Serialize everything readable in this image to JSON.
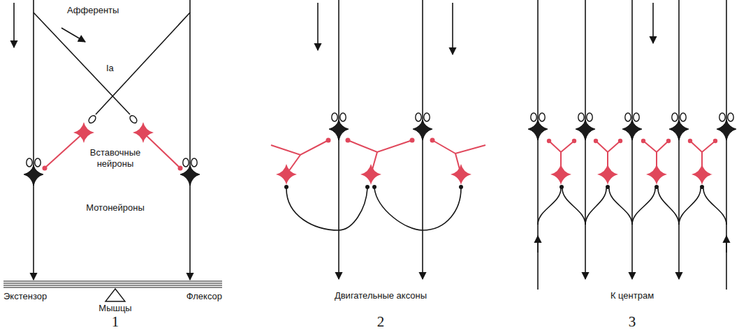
{
  "diagram": {
    "labels": [
      "Афференты",
      "Ia",
      "Вставочные нейроны",
      "Мотонейроны",
      "Экстензор",
      "Флексор",
      "Мышцы",
      "1",
      "Двигательные аксоны",
      "2",
      "К центрам",
      "3"
    ]
  }
}
